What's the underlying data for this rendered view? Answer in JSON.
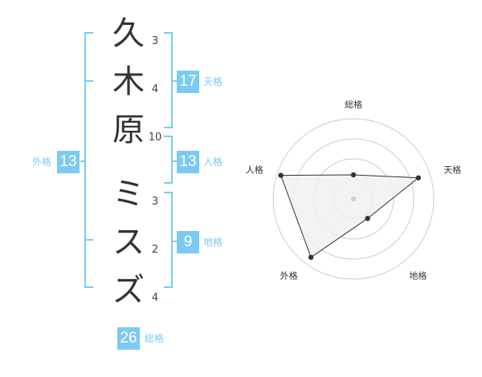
{
  "name": {
    "characters": [
      {
        "char": "久",
        "strokes": "3"
      },
      {
        "char": "木",
        "strokes": "4"
      },
      {
        "char": "原",
        "strokes": "10"
      },
      {
        "char": "ミ",
        "strokes": "3"
      },
      {
        "char": "ス",
        "strokes": "2"
      },
      {
        "char": "ズ",
        "strokes": "4"
      }
    ]
  },
  "kakusu": {
    "tenkaku": {
      "value": "17",
      "label": "天格"
    },
    "jinkaku": {
      "value": "13",
      "label": "人格"
    },
    "chikaku": {
      "value": "9",
      "label": "地格"
    },
    "gaikaku": {
      "value": "13",
      "label": "外格"
    },
    "soukaku": {
      "value": "26",
      "label": "総格"
    }
  },
  "chart_data": {
    "type": "radar",
    "axes": [
      "総格",
      "天格",
      "地格",
      "外格",
      "人格"
    ],
    "values": [
      0.3,
      0.85,
      0.3,
      0.9,
      0.95
    ],
    "max": 1,
    "rings": 4,
    "colors": {
      "fill": "#f0f0f0",
      "line": "#333333",
      "ring": "#cccccc",
      "bracket": "#7ccaf2"
    }
  }
}
